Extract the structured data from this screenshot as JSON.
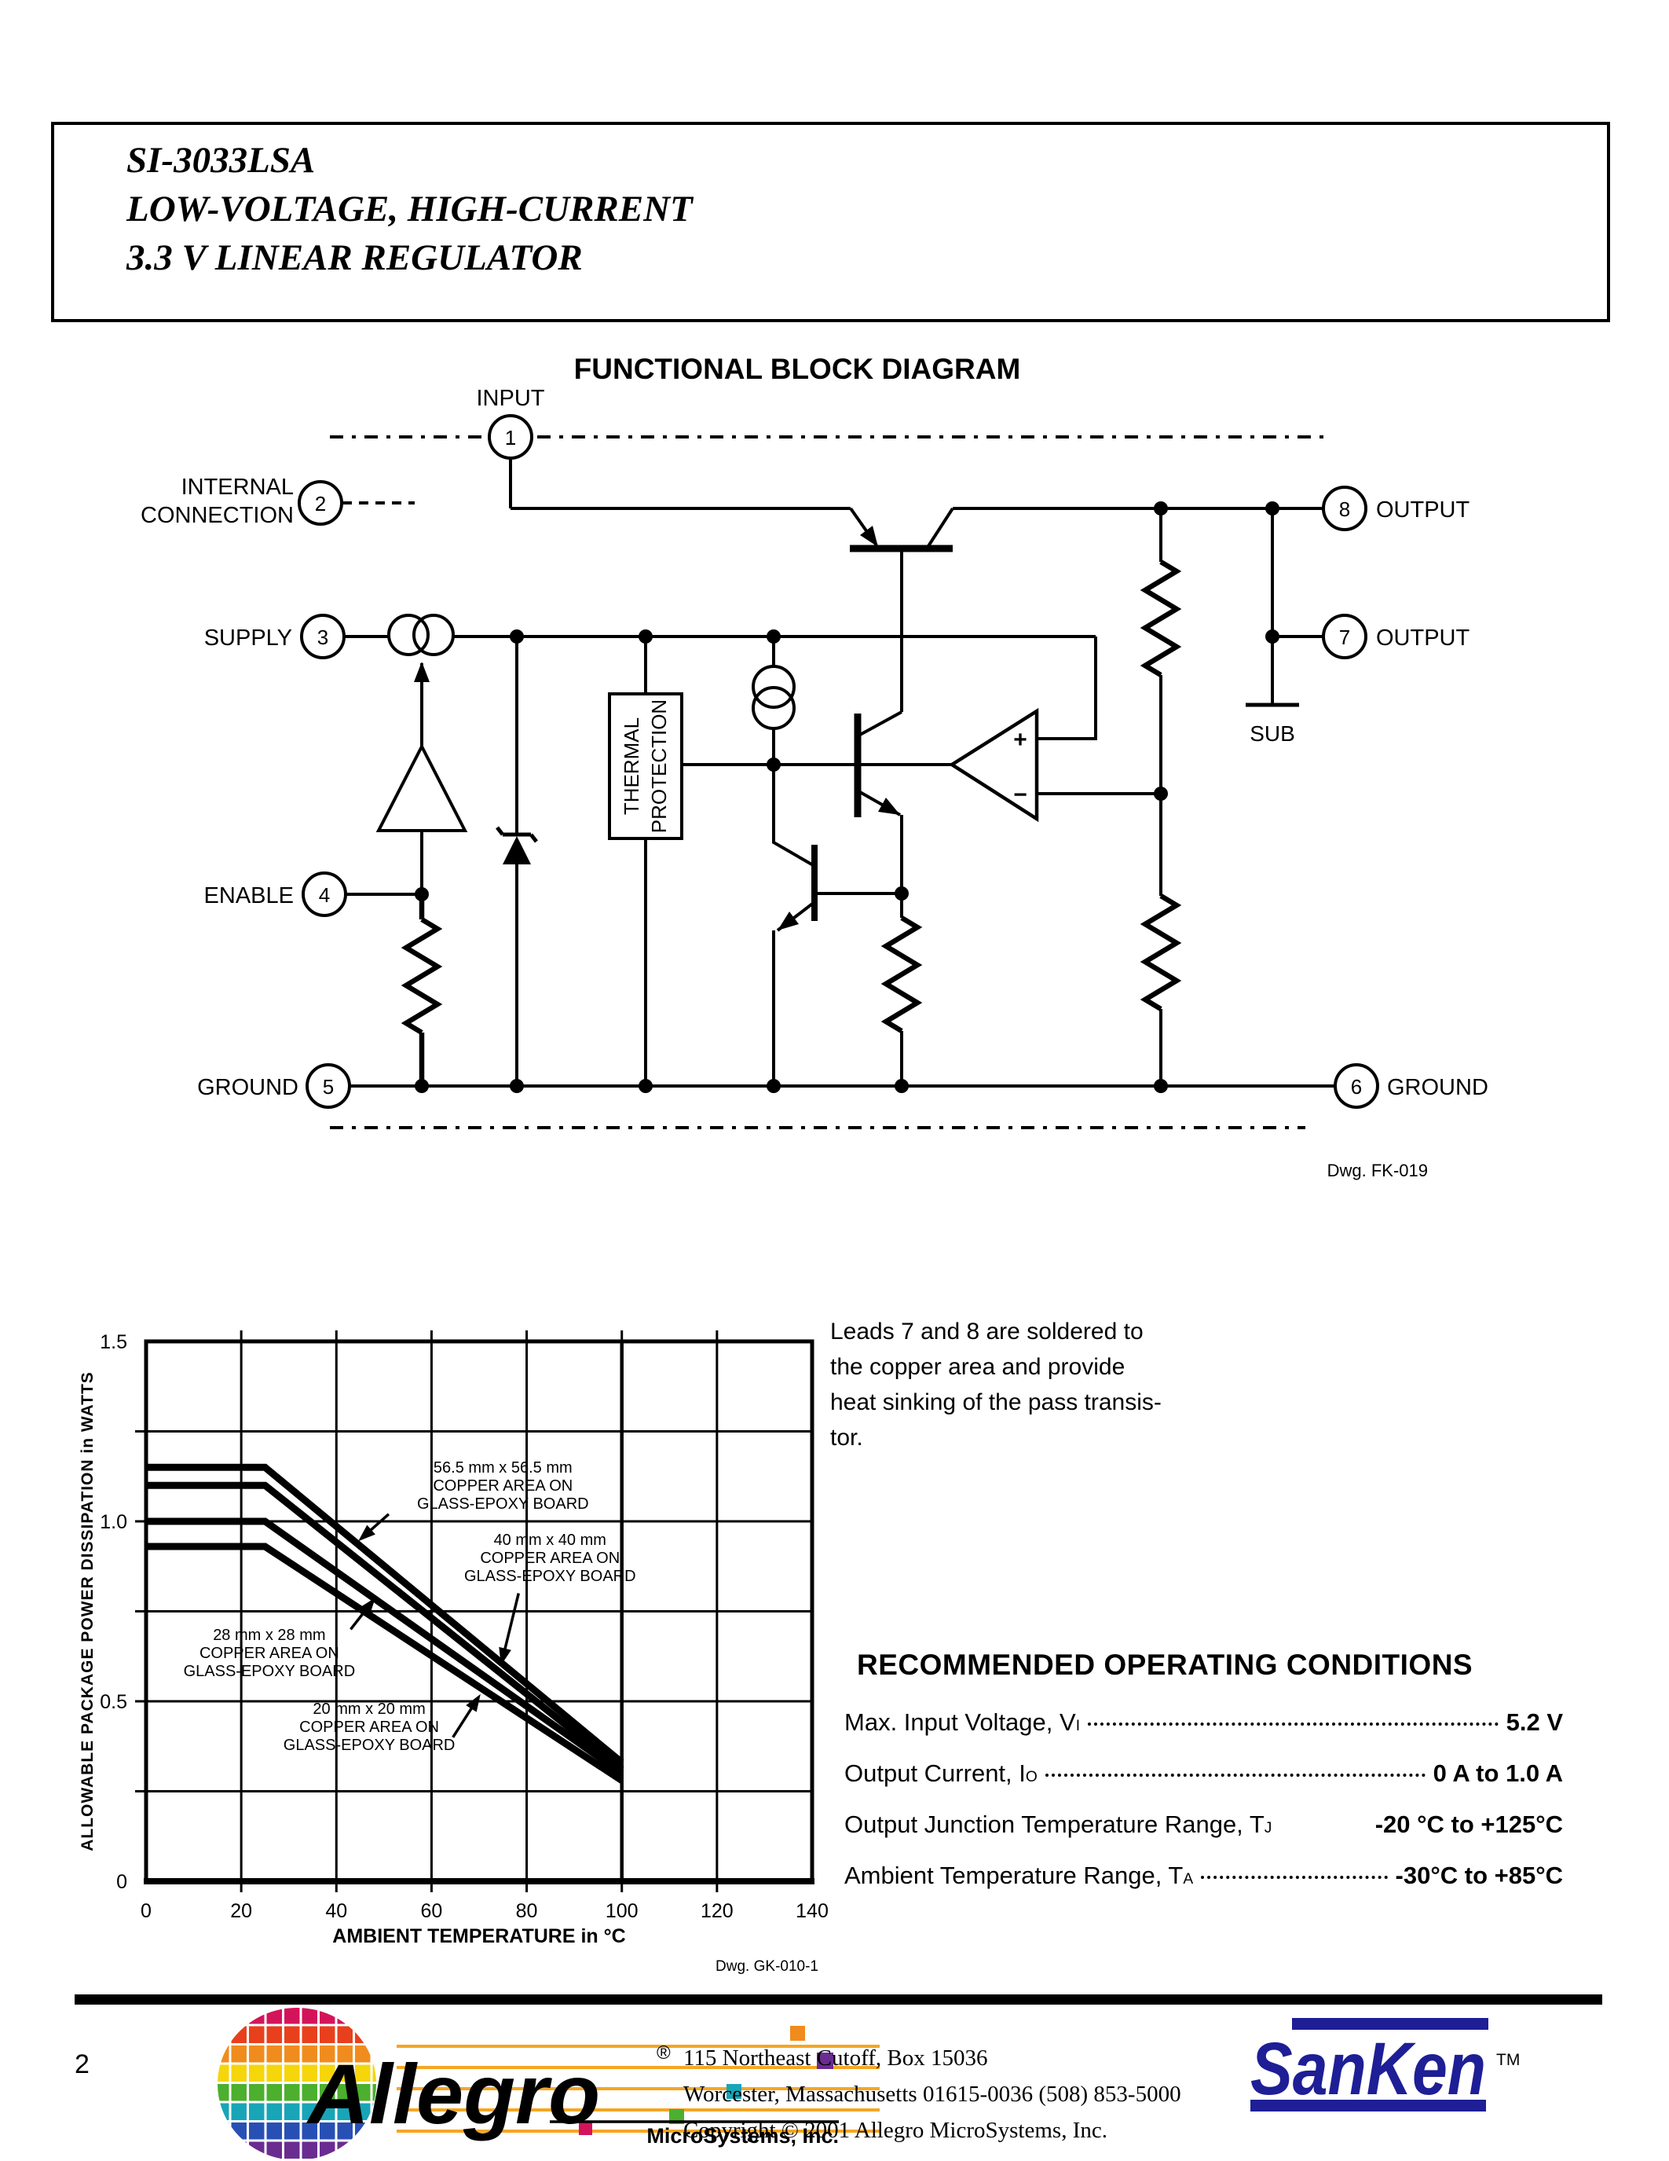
{
  "page": {
    "number": "2"
  },
  "header": {
    "line1": "SI-3033LSA",
    "line2": "LOW-VOLTAGE, HIGH-CURRENT",
    "line3": "3.3 V LINEAR REGULATOR"
  },
  "diagram": {
    "title": "FUNCTIONAL BLOCK DIAGRAM",
    "drawing_ref": "Dwg. FK-019",
    "pins": [
      {
        "number": "1",
        "label": "INPUT"
      },
      {
        "number": "2",
        "label_line1": "INTERNAL",
        "label_line2": "CONNECTION"
      },
      {
        "number": "3",
        "label": "SUPPLY"
      },
      {
        "number": "4",
        "label": "ENABLE"
      },
      {
        "number": "5",
        "label": "GROUND"
      },
      {
        "number": "6",
        "label": "GROUND"
      },
      {
        "number": "7",
        "label": "OUTPUT"
      },
      {
        "number": "8",
        "label": "OUTPUT"
      }
    ],
    "labels": {
      "sub": "SUB",
      "thermal1": "THERMAL",
      "thermal2": "PROTECTION",
      "opamp_plus": "+",
      "opamp_minus": "−"
    }
  },
  "chart_data": {
    "type": "line",
    "title": "",
    "xlabel": "AMBIENT TEMPERATURE in °C",
    "ylabel": "ALLOWABLE PACKAGE POWER DISSIPATION in WATTS",
    "xlim": [
      0,
      140
    ],
    "ylim": [
      0,
      1.5
    ],
    "xticks": [
      0,
      20,
      40,
      60,
      80,
      100,
      120,
      140
    ],
    "yticks": [
      0,
      0.5,
      1.0,
      1.5
    ],
    "ytick_labels": [
      "0",
      "0.5",
      "1.0",
      "1.5"
    ],
    "grid": true,
    "x_grid_step": 20,
    "y_grid_step": 0.25,
    "legend_position": "annotations-on-plot",
    "drawing_ref": "Dwg. GK-010-1",
    "series": [
      {
        "name": "56.5 mm x 56.5 mm copper area",
        "x": [
          0,
          25,
          100
        ],
        "y": [
          1.15,
          1.15,
          0.33
        ]
      },
      {
        "name": "40 mm x 40 mm copper area",
        "x": [
          0,
          25,
          100
        ],
        "y": [
          1.1,
          1.1,
          0.31
        ]
      },
      {
        "name": "28 mm x 28 mm copper area",
        "x": [
          0,
          25,
          100
        ],
        "y": [
          1.0,
          1.0,
          0.3
        ]
      },
      {
        "name": "20 mm x 20 mm copper area",
        "x": [
          0,
          25,
          100
        ],
        "y": [
          0.93,
          0.93,
          0.28
        ]
      }
    ],
    "annotations": [
      {
        "lines": [
          "56.5 mm x 56.5 mm",
          "COPPER AREA ON",
          "GLASS-EPOXY BOARD"
        ],
        "label_x": 75.0,
        "label_y": 1.1,
        "arrow": {
          "x1": 51.0,
          "y1": 1.02,
          "x2": 44.6,
          "y2": 0.945
        }
      },
      {
        "lines": [
          "40 mm x 40 mm",
          "COPPER AREA ON",
          "GLASS-EPOXY BOARD"
        ],
        "label_x": 84.9,
        "label_y": 0.9,
        "arrow": {
          "x1": 78.3,
          "y1": 0.8,
          "x2": 74.6,
          "y2": 0.6
        }
      },
      {
        "lines": [
          "28 mm x 28 mm",
          "COPPER AREA ON",
          "GLASS-EPOXY BOARD"
        ],
        "label_x": 25.9,
        "label_y": 0.635,
        "arrow": {
          "x1": 43.0,
          "y1": 0.7,
          "x2": 48.2,
          "y2": 0.788
        }
      },
      {
        "lines": [
          "20 mm x 20 mm",
          "COPPER AREA ON",
          "GLASS-EPOXY BOARD"
        ],
        "label_x": 46.9,
        "label_y": 0.43,
        "arrow": {
          "x1": 64.5,
          "y1": 0.4,
          "x2": 70.3,
          "y2": 0.52
        }
      }
    ]
  },
  "notes": {
    "lines": [
      "Leads 7 and 8 are soldered to",
      "the copper area and provide",
      "heat sinking of the pass transis-",
      "tor."
    ]
  },
  "operating_conditions": {
    "heading": "RECOMMENDED OPERATING CONDITIONS",
    "items": [
      {
        "main": "Max. Input Voltage, V",
        "sub": "I",
        "leader": true,
        "value": "5.2 V"
      },
      {
        "main": "Output Current, I",
        "sub": "O",
        "leader": true,
        "value": "0 A to 1.0 A"
      },
      {
        "main": "Output Junction Temperature Range, T",
        "sub": "J",
        "leader": false,
        "value": "-20 °C to +125°C"
      },
      {
        "main": "Ambient Temperature Range, T",
        "sub": "A",
        "leader": true,
        "value": "-30°C to +85°C"
      }
    ]
  },
  "footer": {
    "page_number": "2",
    "allegro": {
      "name": "Allegro",
      "registered": "®",
      "subtitle": "MicroSystems, Inc.",
      "palette": [
        "#D4145A",
        "#E8401C",
        "#F08C1E",
        "#F5D60A",
        "#4CAF2E",
        "#18A5B8",
        "#2850B4",
        "#6A2C91"
      ],
      "line_color": "#F5A623"
    },
    "address_lines": [
      "115 Northeast Cutoff, Box 15036",
      "Worcester, Massachusetts 01615-0036  (508) 853-5000",
      "Copyright © 2001 Allegro MicroSystems, Inc."
    ],
    "sanken": {
      "text": "SanKen",
      "tm": "TM",
      "color": "#1E1E96"
    }
  }
}
